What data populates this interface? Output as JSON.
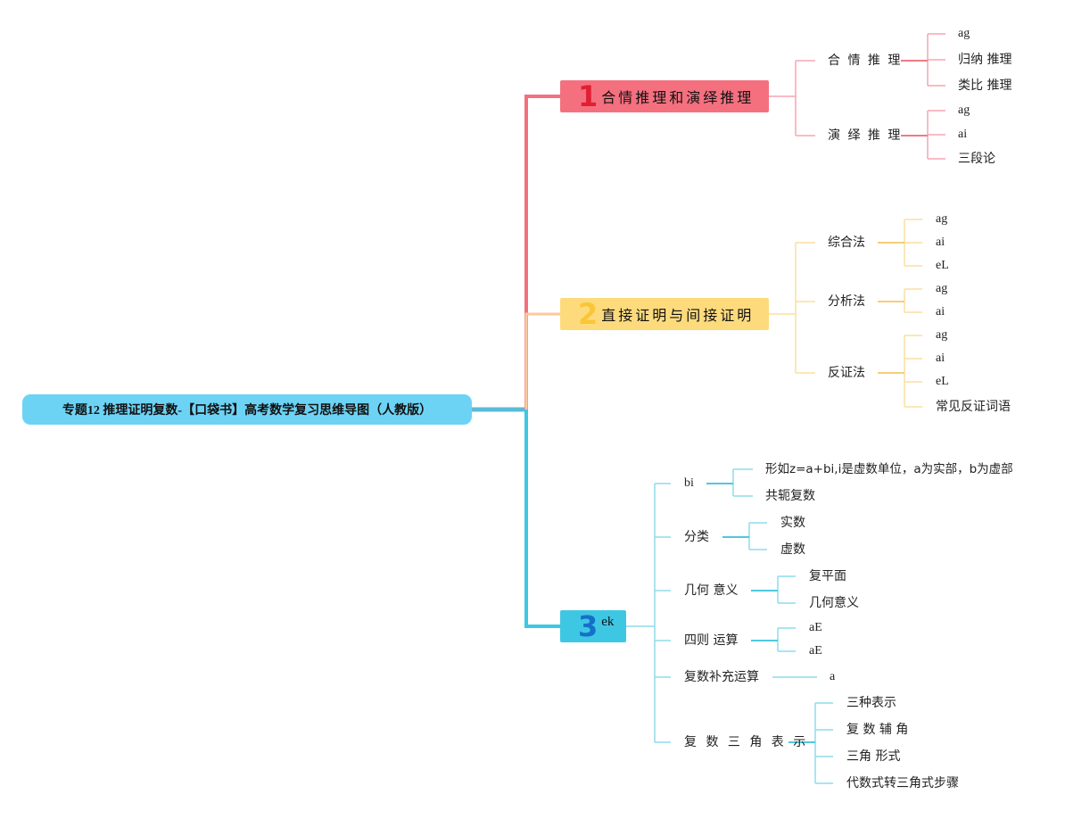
{
  "root": {
    "title": "专题12 推理证明复数-【口袋书】高考数学复习思维导图（人教版）"
  },
  "branches": [
    {
      "number": "1",
      "label": "合情推理和演绎推理",
      "children": [
        {
          "label": "合 情 推 理",
          "children": [
            "ag",
            "归纳 推理",
            "类比 推理"
          ]
        },
        {
          "label": "演 绎 推 理",
          "children": [
            "ag",
            "ai",
            "三段论"
          ]
        }
      ]
    },
    {
      "number": "2",
      "label": "直接证明与间接证明",
      "children": [
        {
          "label": "综合法",
          "children": [
            "ag",
            "ai",
            "eL"
          ]
        },
        {
          "label": "分析法",
          "children": [
            "ag",
            "ai"
          ]
        },
        {
          "label": "反证法",
          "children": [
            "ag",
            "ai",
            "eL",
            "常见反证词语"
          ]
        }
      ]
    },
    {
      "number": "3",
      "label": "ek",
      "children": [
        {
          "label": "bi",
          "children": [
            "形如z=a+bi,i是虚数单位，a为实部，b为虚部",
            "共轭复数"
          ]
        },
        {
          "label": "分类",
          "children": [
            "实数",
            "虚数"
          ]
        },
        {
          "label": "几何 意义",
          "children": [
            "复平面",
            "几何意义"
          ]
        },
        {
          "label": "四则 运算",
          "children": [
            "aE",
            "aE"
          ]
        },
        {
          "label": "复数补充运算",
          "children": [
            "a"
          ]
        },
        {
          "label": "复 数 三 角 表 示",
          "children": [
            "三种表示",
            "复 数 辅 角",
            "三角 形式",
            "代数式转三角式步骤"
          ]
        }
      ]
    }
  ],
  "colors": {
    "root": "#6dd3f5",
    "branch1": "#f4707f",
    "branch1_number": "#e01f33",
    "branch1_line": "#f6a6b0",
    "branch2": "#fddb7c",
    "branch2_number": "#f9c637",
    "branch2_line": "#fbdfa0",
    "branch3": "#3ec7e3",
    "branch3_number": "#1570c9",
    "branch3_line": "#8fdcec"
  }
}
